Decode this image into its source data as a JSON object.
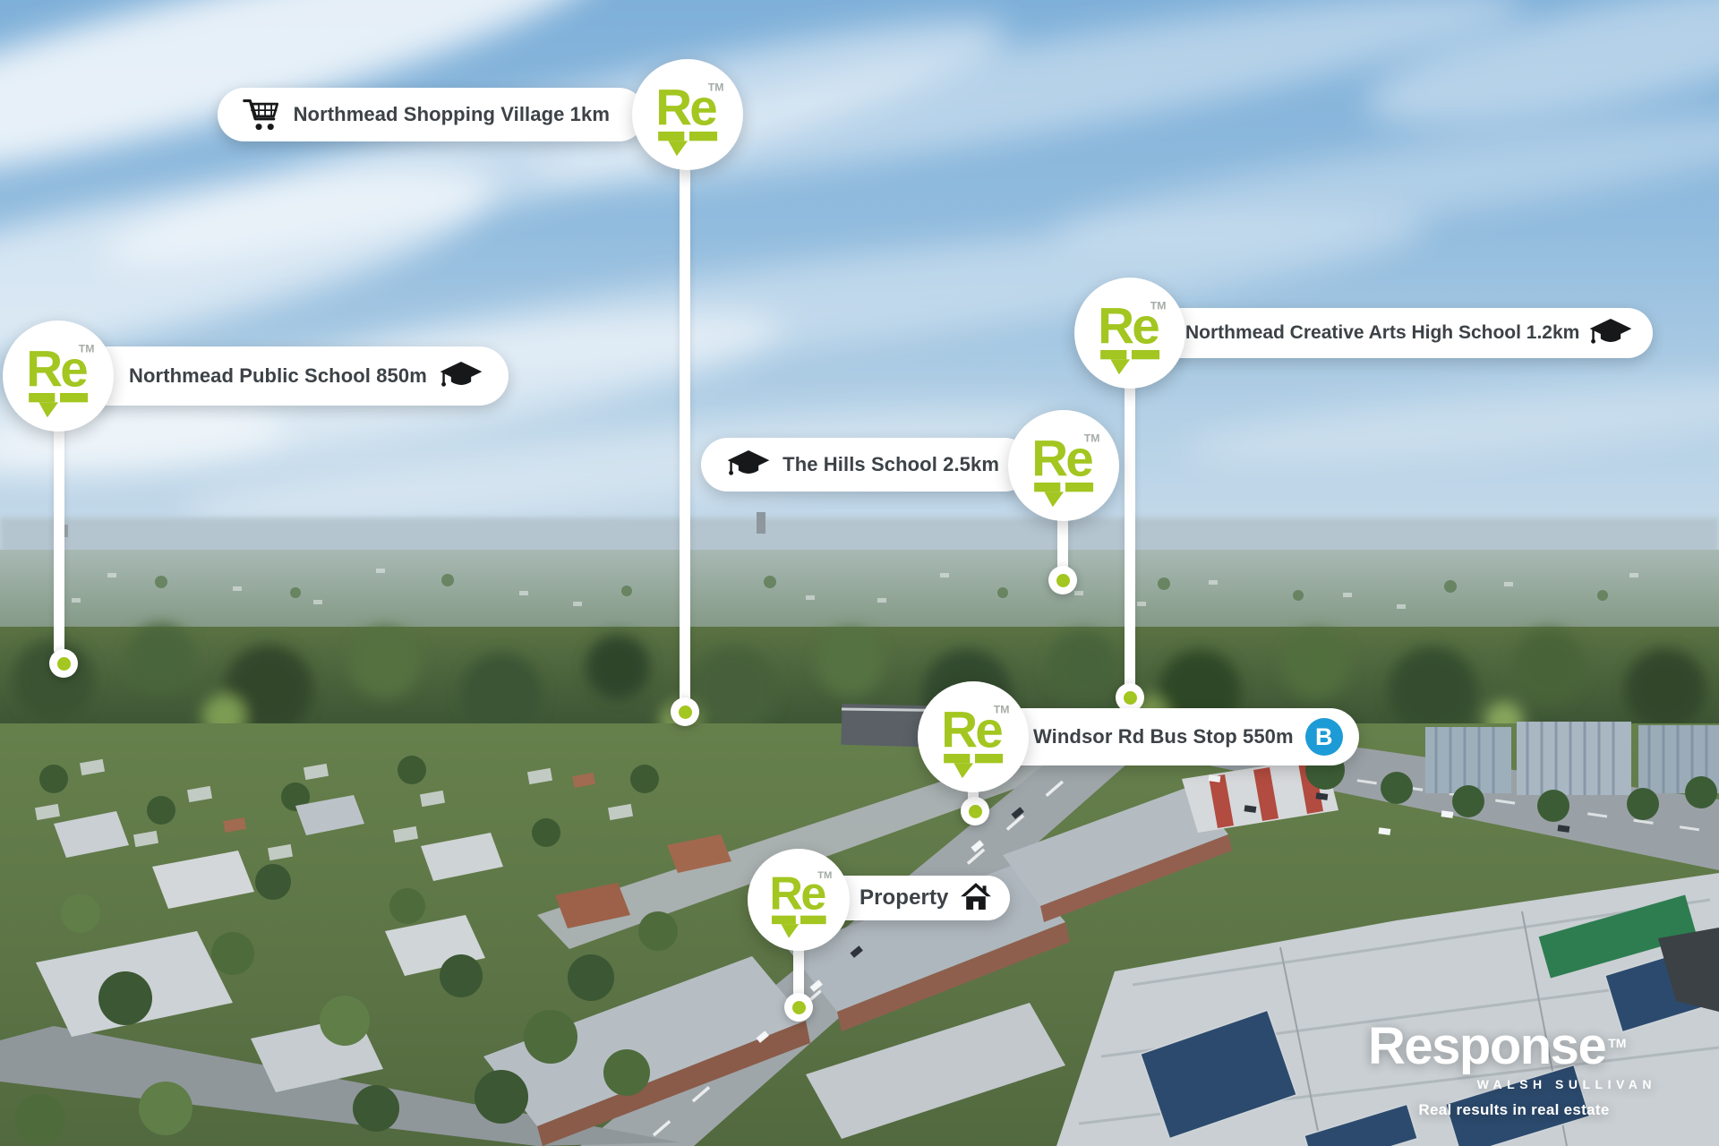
{
  "colors": {
    "brand_green": "#a3c620",
    "text_dark": "#3c4246",
    "bus_blue": "#1d9bd7",
    "tm_gray": "#a4aca6",
    "line_white": "#ffffff"
  },
  "brand": {
    "mark": "Re",
    "tm": "TM"
  },
  "callouts": [
    {
      "id": "shopping-village",
      "label": "Northmead Shopping Village 1km",
      "icon": "shopping-cart-icon",
      "badge": "re-logo"
    },
    {
      "id": "public-school",
      "label": "Northmead Public School 850m",
      "icon": "graduation-cap-icon",
      "badge": "re-logo"
    },
    {
      "id": "creative-arts-high-school",
      "label": "Northmead Creative Arts High School 1.2km",
      "icon": "graduation-cap-icon",
      "badge": "re-logo"
    },
    {
      "id": "the-hills-school",
      "label": "The Hills School 2.5km",
      "icon": "graduation-cap-icon",
      "badge": "re-logo"
    },
    {
      "id": "windsor-rd-bus-stop",
      "label": "Windsor Rd Bus Stop 550m",
      "icon": "bus-icon",
      "icon_text": "B",
      "badge": "re-logo"
    },
    {
      "id": "property",
      "label": "Property",
      "icon": "house-icon",
      "badge": "re-logo"
    }
  ],
  "footer_logo": {
    "name": "Response",
    "tm": "TM",
    "subtitle": "WALSH SULLIVAN",
    "tagline": "Real results in real estate"
  }
}
